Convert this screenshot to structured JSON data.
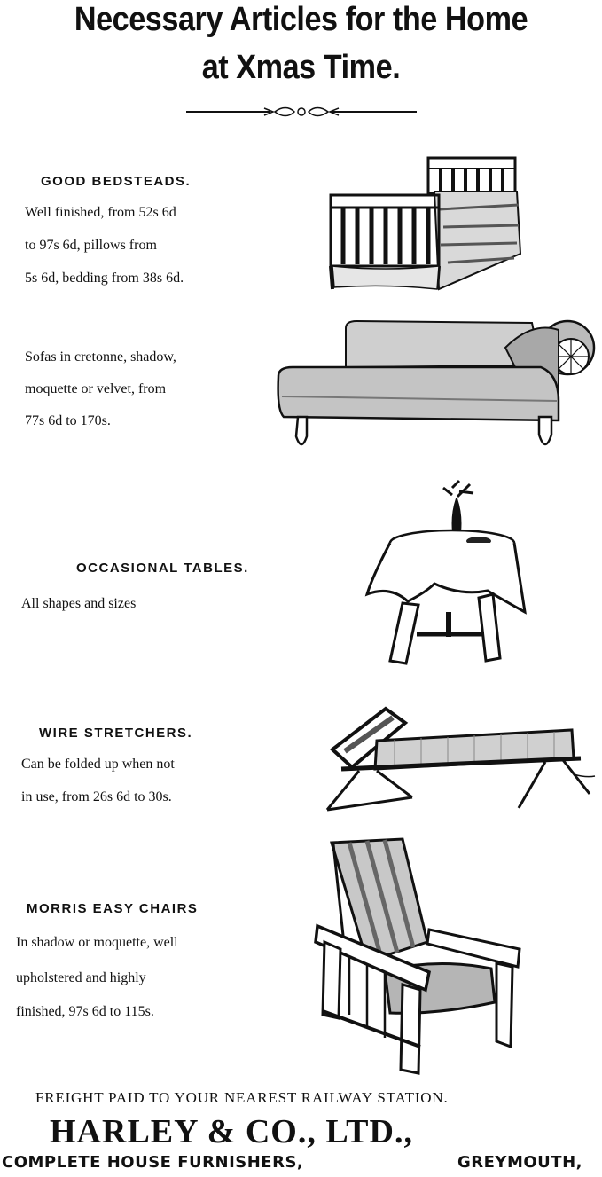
{
  "header": {
    "title_line1": "Necessary Articles for the Home",
    "title_line2": "at Xmas Time."
  },
  "items": [
    {
      "heading": "GOOD BEDSTEADS.",
      "lines": [
        "Well finished, from 52s 6d",
        "to  97s 6d,  pillows  from",
        "5s 6d, bedding from 38s 6d."
      ]
    },
    {
      "heading": "",
      "lines": [
        "Sofas in cretonne, shadow,",
        "moquette  or  velvet,  from",
        "77s 6d to 170s."
      ]
    },
    {
      "heading": "OCCASIONAL  TABLES.",
      "lines": [
        "All shapes and sizes"
      ]
    },
    {
      "heading": "WIRE  STRETCHERS.",
      "lines": [
        "Can be folded up when not",
        "in use, from 26s 6d to 30s."
      ]
    },
    {
      "heading": "MORRIS  EASY  CHAIRS",
      "lines": [
        "In  shadow or moquette, well",
        "upholstered     and     highly",
        "finished, 97s 6d to 115s."
      ]
    }
  ],
  "footer": {
    "freight": "FREIGHT PAID TO YOUR NEAREST RAILWAY STATION.",
    "company": "HARLEY  &  CO.,  LTD.,",
    "left": "COMPLETE HOUSE FURNISHERS,",
    "right": "GREYMOUTH,"
  },
  "illustrations": [
    "bedstead-illustration",
    "sofa-illustration",
    "table-illustration",
    "stretcher-illustration",
    "chair-illustration"
  ]
}
